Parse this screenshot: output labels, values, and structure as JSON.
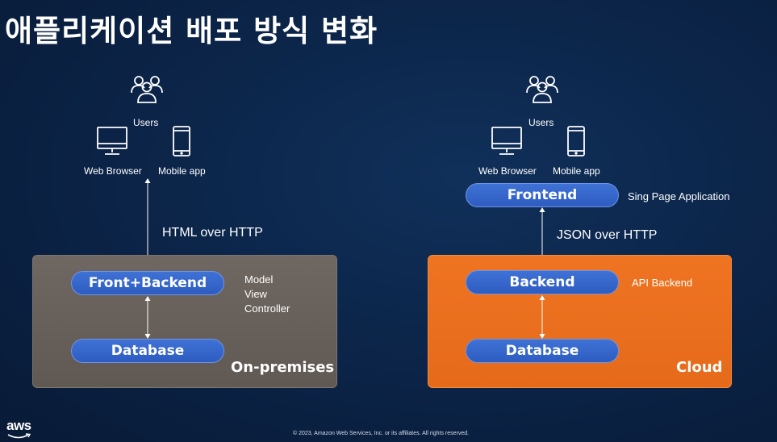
{
  "title": "애플리케이션 배포 방식 변화",
  "left": {
    "users_label": "Users",
    "web_browser_label": "Web Browser",
    "mobile_app_label": "Mobile app",
    "protocol_label": "HTML over HTTP",
    "frontend_backend_label": "Front+Backend",
    "mvc": [
      "Model",
      "View",
      "Controller"
    ],
    "database_label": "Database",
    "environment_label": "On-premises"
  },
  "right": {
    "users_label": "Users",
    "web_browser_label": "Web Browser",
    "mobile_app_label": "Mobile app",
    "frontend_label": "Frontend",
    "frontend_note": "Sing Page Application",
    "protocol_label": "JSON over HTTP",
    "backend_label": "Backend",
    "backend_note": "API Backend",
    "database_label": "Database",
    "environment_label": "Cloud"
  },
  "footer": {
    "copyright": "© 2023, Amazon Web Services, Inc. or its affiliates. All rights reserved.",
    "logo_text": "aws"
  },
  "colors": {
    "background": "#0b2346",
    "onprem_panel": "#6a625c",
    "cloud_panel": "#ec7020",
    "pill": "#3466cc"
  }
}
